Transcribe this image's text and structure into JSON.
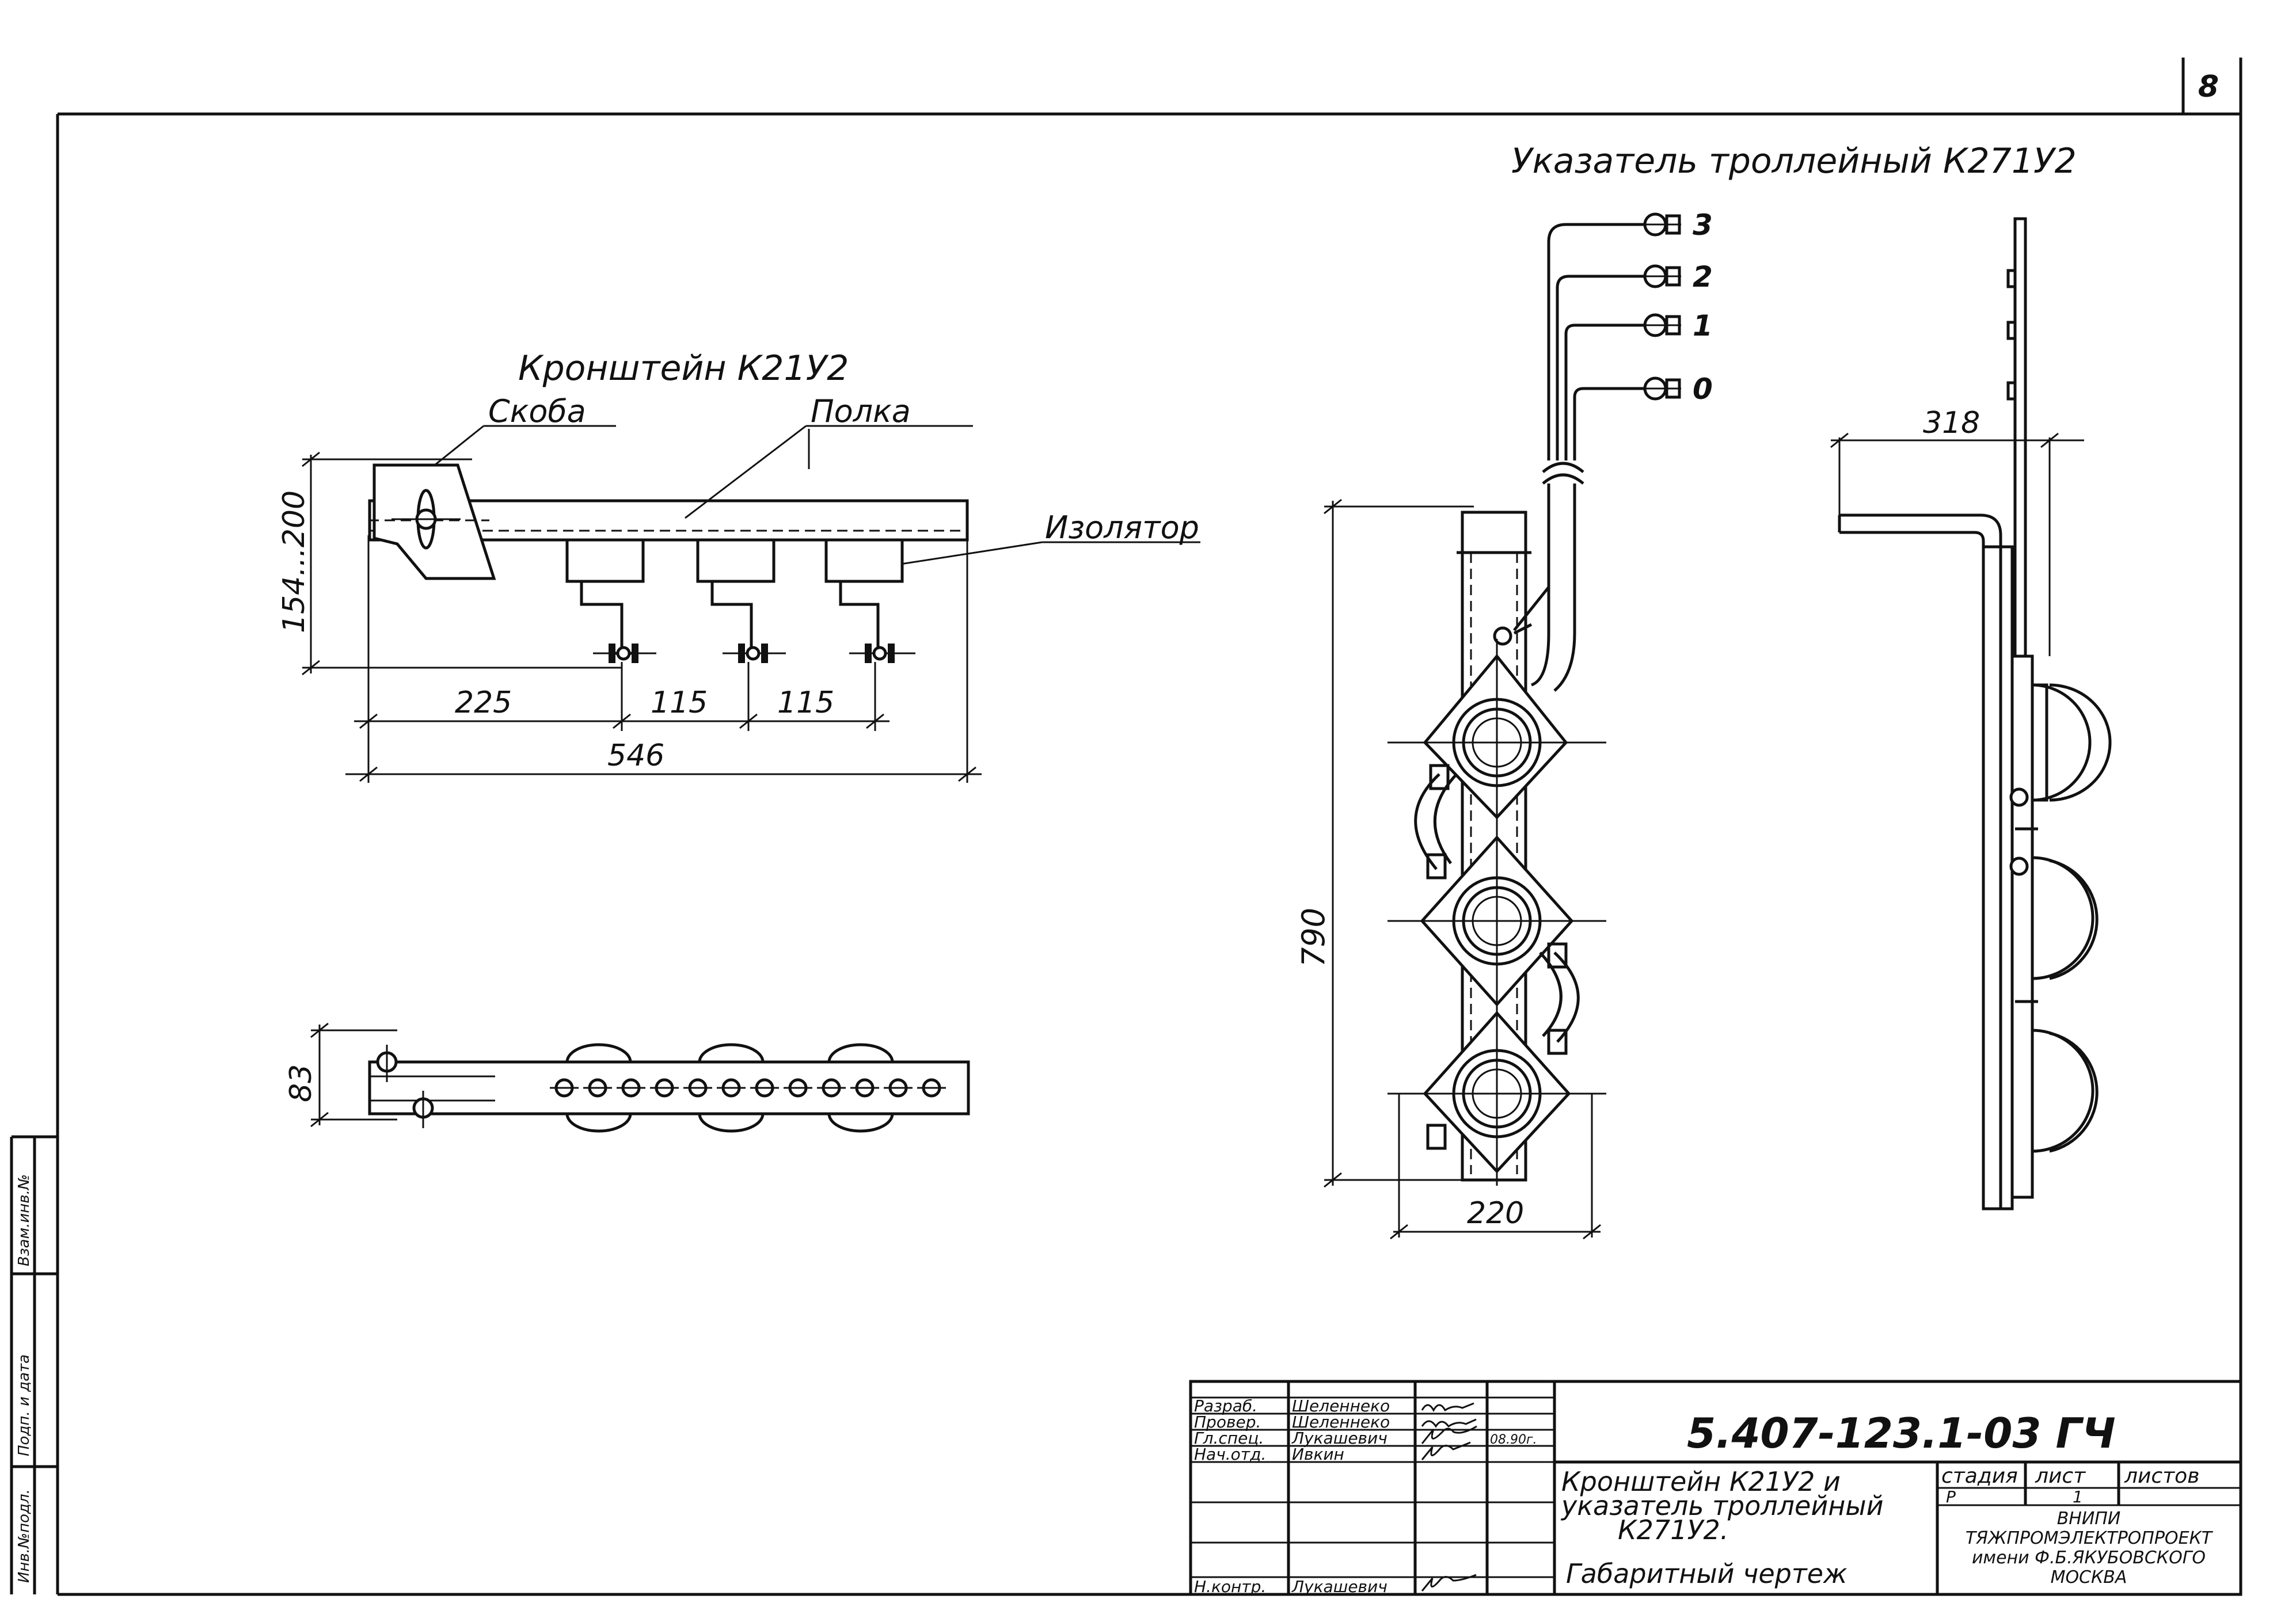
{
  "page_number": "8",
  "bracket": {
    "title": "Кронштейн К21У2",
    "label_clamp": "Скоба",
    "label_shelf": "Полка",
    "label_insulator": "Изолятор",
    "dim_height": "154...200",
    "dim_225": "225",
    "dim_115_a": "115",
    "dim_115_b": "115",
    "dim_546": "546",
    "dim_83": "83"
  },
  "indicator": {
    "title": "Указатель троллейный К271У2",
    "terminal_3": "3",
    "terminal_2": "2",
    "terminal_1": "1",
    "terminal_0": "0",
    "dim_790": "790",
    "dim_220": "220",
    "dim_318": "318"
  },
  "side_stamp": {
    "col1": "Инв.№подл.",
    "col2": "Подп. и дата",
    "col3": "Взам.инв.№"
  },
  "title_block": {
    "roles": [
      "Разраб.",
      "Провер.",
      "Гл.спец.",
      "Нач.отд.",
      "",
      "",
      "Н.контр."
    ],
    "names": [
      "Шеленнеко",
      "Шеленнеко",
      "Лукашевич",
      "Ивкин",
      "",
      "",
      "Лукашевич"
    ],
    "date": "08.90г.",
    "code": "5.407-123.1-03 ГЧ",
    "title_lines": [
      "Кронштейн К21У2 и",
      "указатель троллейный",
      "К271У2.",
      "Габаритный чертеж"
    ],
    "stage_header": "стадия",
    "sheet_header": "лист",
    "sheets_header": "листов",
    "stage_value": "Р",
    "sheet_value": "1",
    "org_lines": [
      "ВНИПИ",
      "ТЯЖПРОМЭЛЕКТРОПРОЕКТ",
      "имени Ф.Б.ЯКУБОВСКОГО",
      "МОСКВА"
    ]
  }
}
